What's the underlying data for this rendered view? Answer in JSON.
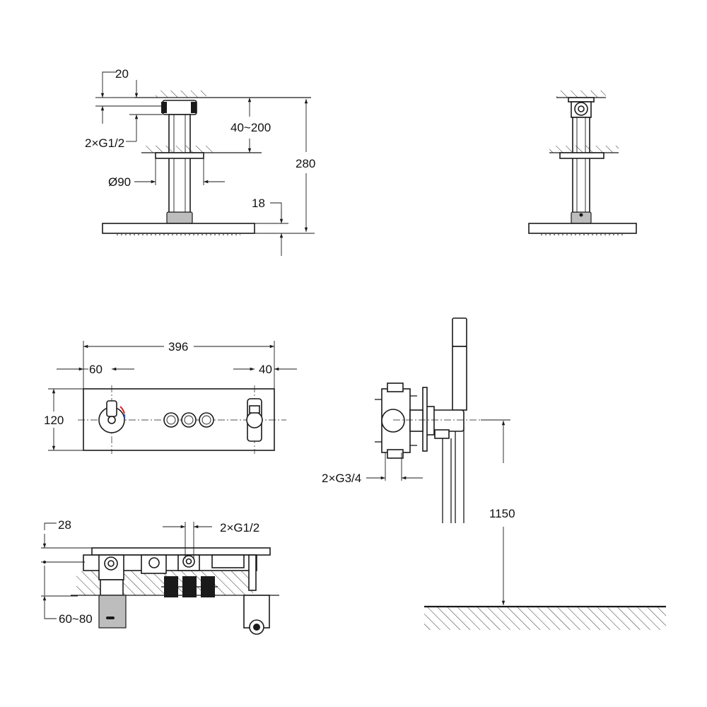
{
  "dimensions": {
    "shower_head_side": {
      "nut_height": "20",
      "inlet_thread": "2×G1/2",
      "arm_length": "40~200",
      "total_height": "280",
      "flange_diameter": "Ø90",
      "head_thickness": "18"
    },
    "panel_front": {
      "width": "396",
      "left_offset": "60",
      "right_offset": "40",
      "height": "120"
    },
    "panel_section": {
      "depth": "28",
      "outlets": "2×G1/2",
      "install_depth": "60~80"
    },
    "hand_shower": {
      "inlet_thread": "2×G3/4",
      "mount_height": "1150"
    }
  }
}
